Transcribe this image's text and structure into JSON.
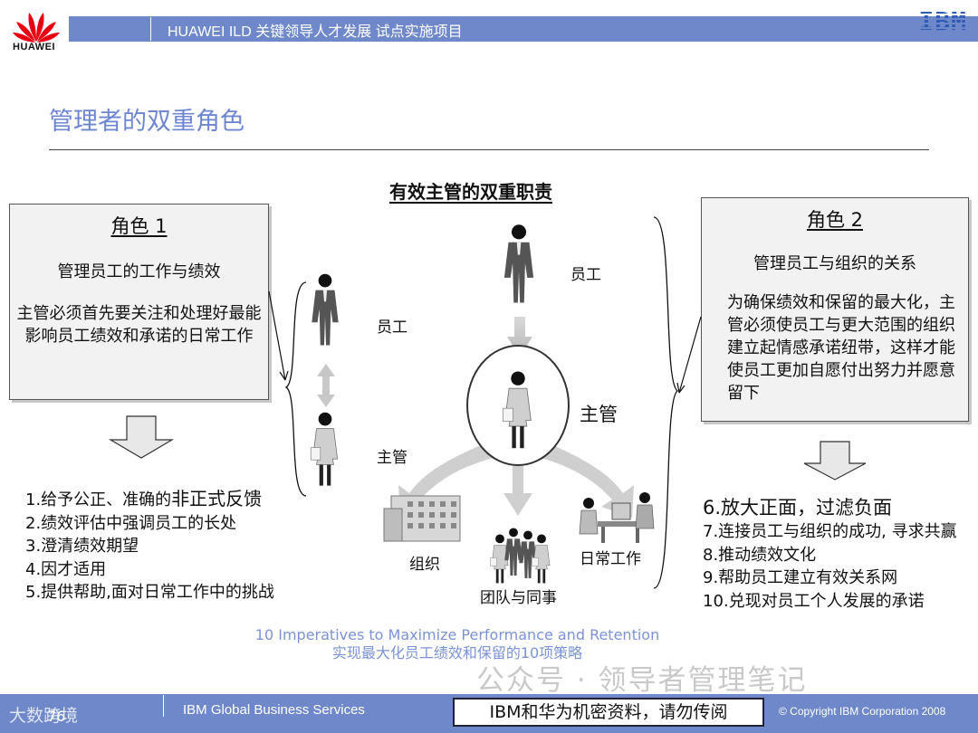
{
  "header": {
    "brand": "HUAWEI",
    "title": "HUAWEI ILD 关键领导人才发展 试点实施项目",
    "partner_logo": "IBM"
  },
  "page_title": "管理者的双重角色",
  "diagram": {
    "title": "有效主管的双重职责",
    "left_employee": "员工",
    "left_manager": "主管",
    "top_employee": "员工",
    "center_manager": "主管",
    "org": "组织",
    "team": "团队与同事",
    "daily_work": "日常工作"
  },
  "role1": {
    "heading": "角色  1",
    "subtitle": "管理员工的工作与绩效",
    "description": "主管必须首先要关注和处理好最能影响员工绩效和承诺的日常工作"
  },
  "role2": {
    "heading": "角色  2",
    "subtitle": "管理员工与组织的关系",
    "description": "为确保绩效和保留的最大化，主管必须使员工与更大范围的组织建立起情感承诺纽带，这样才能使员工更加自愿付出努力并愿意留下"
  },
  "list_left": {
    "item1_pre": "1.给予公正、准确的",
    "item1_emph": "非正式反馈",
    "item2": "2.绩效评估中强调员工的长处",
    "item3": "3.澄清绩效期望",
    "item4": "4.因才适用",
    "item5": "5.提供帮助,面对日常工作中的挑战"
  },
  "list_right": {
    "item6": "6.放大正面，过滤负面",
    "item7": "7.连接员工与组织的成功, 寻求共赢",
    "item8": "8.推动绩效文化",
    "item9": "9.帮助员工建立有效关系网",
    "item10": "10.兑现对员工个人发展的承诺"
  },
  "footnote": {
    "english": "10 Imperatives to Maximize Performance and Retention",
    "chinese": "实现最大化员工绩效和保留的10项策略"
  },
  "watermark": "公众号 · 领导者管理笔记",
  "footer": {
    "page_number": "76",
    "watermark_left": "大数跨境",
    "division": "IBM Global Business Services",
    "confidential": "IBM和华为机密资料，请勿传阅",
    "copyright": "© Copyright IBM Corporation 2008"
  },
  "colors": {
    "header_bar": "#6f88c9",
    "title": "#6e86d2",
    "huawei_red": "#e60012",
    "ibm_blue": "#2f5bb5",
    "footnote": "#7b93d6"
  },
  "icons": [
    "huawei-logo",
    "ibm-logo",
    "employee-figure",
    "manager-figure",
    "office-building",
    "team-group",
    "desk-work",
    "down-arrow",
    "wechat-icon"
  ]
}
